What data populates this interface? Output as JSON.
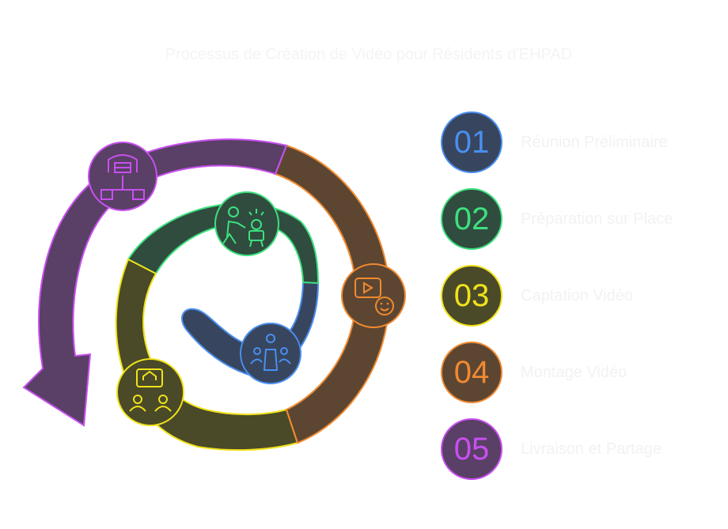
{
  "title": "Processus de Création de Vidéo pour Résidents d'EHPAD",
  "steps": [
    {
      "number": "01",
      "label": "Réunion Préliminaire",
      "fill": "#37465e",
      "stroke": "#4a8ef0",
      "text": "#4a8ef0",
      "icon": "meeting-table-icon"
    },
    {
      "number": "02",
      "label": "Préparation sur Place",
      "fill": "#2f4c3f",
      "stroke": "#3ee07e",
      "text": "#3ee07e",
      "icon": "caregiver-with-resident-icon"
    },
    {
      "number": "03",
      "label": "Captation Vidéo",
      "fill": "#4a4a28",
      "stroke": "#f0e21a",
      "text": "#f0e21a",
      "icon": "home-presentation-people-icon"
    },
    {
      "number": "04",
      "label": "Montage Vidéo",
      "fill": "#5c4632",
      "stroke": "#f08a30",
      "text": "#f08a30",
      "icon": "video-play-smile-icon"
    },
    {
      "number": "05",
      "label": "Livraison et Partage",
      "fill": "#5a3f66",
      "stroke": "#c850f0",
      "text": "#c850f0",
      "icon": "warehouse-distribution-icon"
    }
  ]
}
